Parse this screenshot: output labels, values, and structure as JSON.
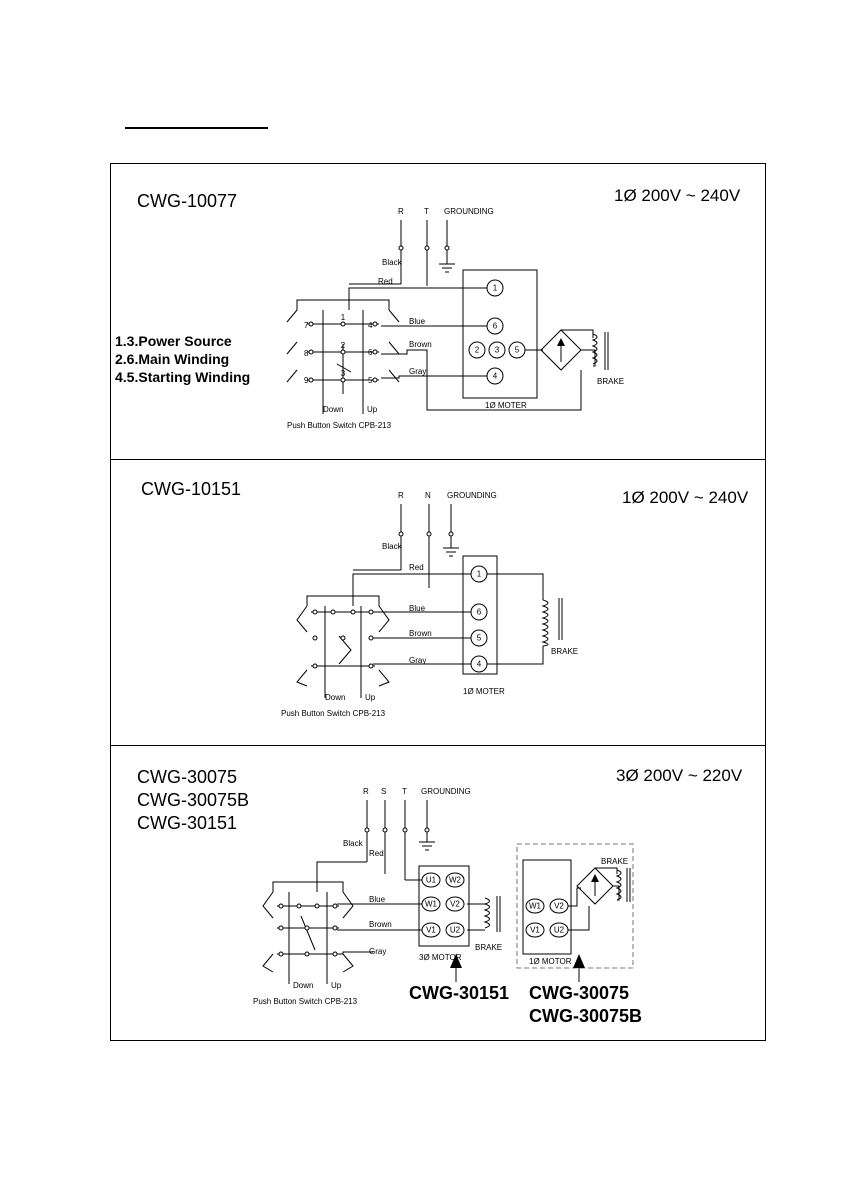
{
  "panels": [
    {
      "model_lines": [
        "CWG-10077"
      ],
      "voltage": "1Ø 200V ~ 240V",
      "supply_labels": [
        "R",
        "T",
        "GROUNDING"
      ],
      "wire_labels": [
        "Black",
        "Red",
        "Blue",
        "Brown",
        "Gray"
      ],
      "switch_terminals": [
        "1",
        "2",
        "3",
        "4",
        "5",
        "6",
        "7",
        "8",
        "9"
      ],
      "motor_terminals": [
        "1",
        "6",
        "2",
        "3",
        "5",
        "4"
      ],
      "legend": [
        "1.3.Power Source",
        "2.6.Main Winding",
        "4.5.Starting Winding"
      ],
      "motor_label": "1Ø MOTER",
      "brake_label": "BRAKE",
      "down_label": "Down",
      "up_label": "Up",
      "switch_label": "Push Button Switch CPB-213"
    },
    {
      "model_lines": [
        "CWG-10151"
      ],
      "voltage": "1Ø 200V ~ 240V",
      "supply_labels": [
        "R",
        "N",
        "GROUNDING"
      ],
      "wire_labels": [
        "Black",
        "Red",
        "Blue",
        "Brown",
        "Gray"
      ],
      "motor_terminals": [
        "1",
        "6",
        "5",
        "4"
      ],
      "motor_label": "1Ø MOTER",
      "brake_label": "BRAKE",
      "down_label": "Down",
      "up_label": "Up",
      "switch_label": "Push Button Switch CPB-213"
    },
    {
      "model_lines": [
        "CWG-30075",
        "CWG-30075B",
        "CWG-30151"
      ],
      "voltage": "3Ø 200V ~ 220V",
      "supply_labels": [
        "R",
        "S",
        "T",
        "GROUNDING"
      ],
      "wire_labels": [
        "Black",
        "Red",
        "Blue",
        "Brown",
        "Gray"
      ],
      "motor_terminals": [
        "U1",
        "W2",
        "W1",
        "V2",
        "V1",
        "U2"
      ],
      "motor_label": "3Ø MOTOR",
      "motor_label_alt": "1Ø MOTOR",
      "brake_label": "BRAKE",
      "down_label": "Down",
      "up_label": "Up",
      "switch_label": "Push Button Switch CPB-213",
      "callout_left": [
        "CWG-30151"
      ],
      "callout_right": [
        "CWG-30075",
        "CWG-30075B"
      ]
    }
  ]
}
